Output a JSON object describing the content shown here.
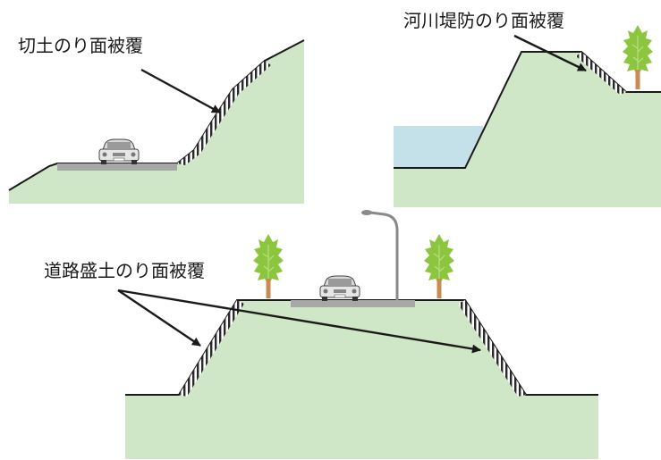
{
  "labels": {
    "cut_slope": "切土のり面被覆",
    "river_levee": "河川堤防のり面被覆",
    "road_embankment": "道路盛土のり面被覆"
  },
  "colors": {
    "ground": "#cfe6c7",
    "water": "#c4e1ea",
    "road": "#a8a8a8",
    "tree": "#8cc63f",
    "trunk": "#c98b52",
    "outline": "#1a1a1a",
    "lamp": "#8a8a8a"
  },
  "icons": [
    "car-icon",
    "tree-icon",
    "street-lamp-icon",
    "arrow-icon"
  ]
}
